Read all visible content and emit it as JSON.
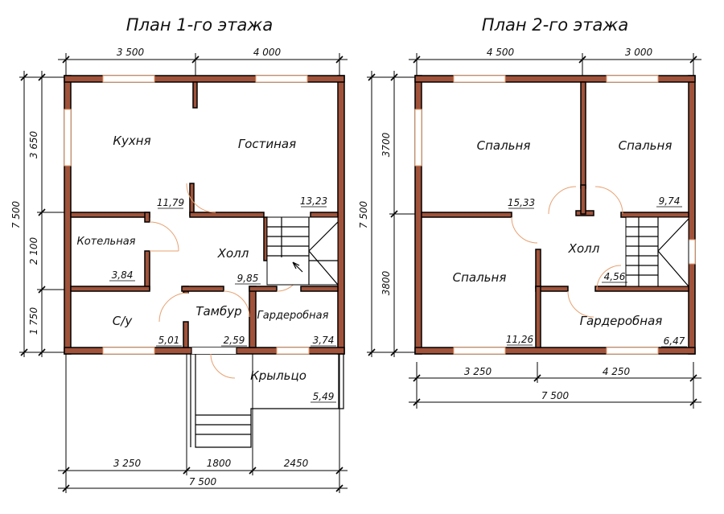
{
  "plans": [
    {
      "title": "План 1-го этажа",
      "rooms": [
        {
          "name": "Кухня",
          "area": "11,79"
        },
        {
          "name": "Гостиная",
          "area": "13,23"
        },
        {
          "name": "Котельная",
          "area": "3,84"
        },
        {
          "name": "Холл",
          "area": "9,85"
        },
        {
          "name": "С/у",
          "area": "5,01"
        },
        {
          "name": "Тамбур",
          "area": "2,59"
        },
        {
          "name": "Гардеробная",
          "area": "3,74"
        },
        {
          "name": "Крыльцо",
          "area": "5,49"
        }
      ],
      "dims_top": [
        "3 500",
        "4 000"
      ],
      "dims_left": [
        "3 650",
        "2 100",
        "1 750"
      ],
      "dim_left_total": "7 500",
      "dims_bottom": [
        "3 250",
        "1800",
        "2450"
      ],
      "dim_bottom_total": "7 500"
    },
    {
      "title": "План 2-го этажа",
      "rooms": [
        {
          "name": "Спальня",
          "area": "15,33"
        },
        {
          "name": "Спальня",
          "area": "9,74"
        },
        {
          "name": "Спальня",
          "area": "11,26"
        },
        {
          "name": "Холл",
          "area": "4,56"
        },
        {
          "name": "Гардеробная",
          "area": "6,47"
        }
      ],
      "dims_top": [
        "4 500",
        "3 000"
      ],
      "dims_left": [
        "3700",
        "3800"
      ],
      "dim_left_total": "7 500",
      "dims_bottom": [
        "3 250",
        "4 250"
      ],
      "dim_bottom_total": "7 500"
    }
  ],
  "colors": {
    "wall": "#a0533a",
    "window": "#e8a070",
    "line": "#000000"
  }
}
